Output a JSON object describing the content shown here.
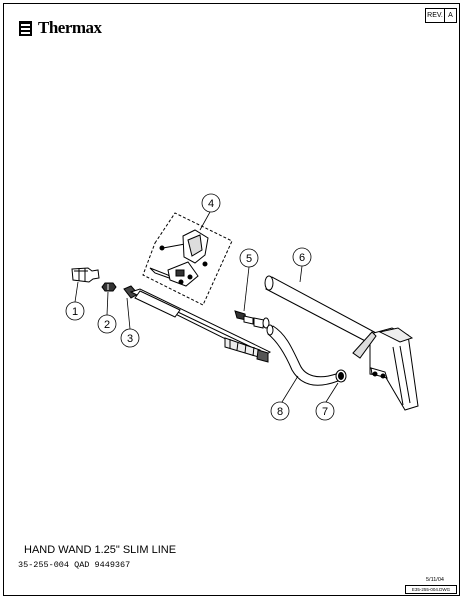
{
  "brand": {
    "name": "Thermax",
    "logo_icon": "thermax-logo-icon"
  },
  "revision": {
    "label": "REV.",
    "value": "A"
  },
  "title": "HAND WAND 1.25\" SLIM LINE",
  "part_number": "35-255-004  QAD 9449367",
  "date": "5/11/04",
  "drawing_file": "E35-255-004.DWG",
  "callouts": [
    "1",
    "2",
    "3",
    "4",
    "5",
    "6",
    "7",
    "8"
  ]
}
